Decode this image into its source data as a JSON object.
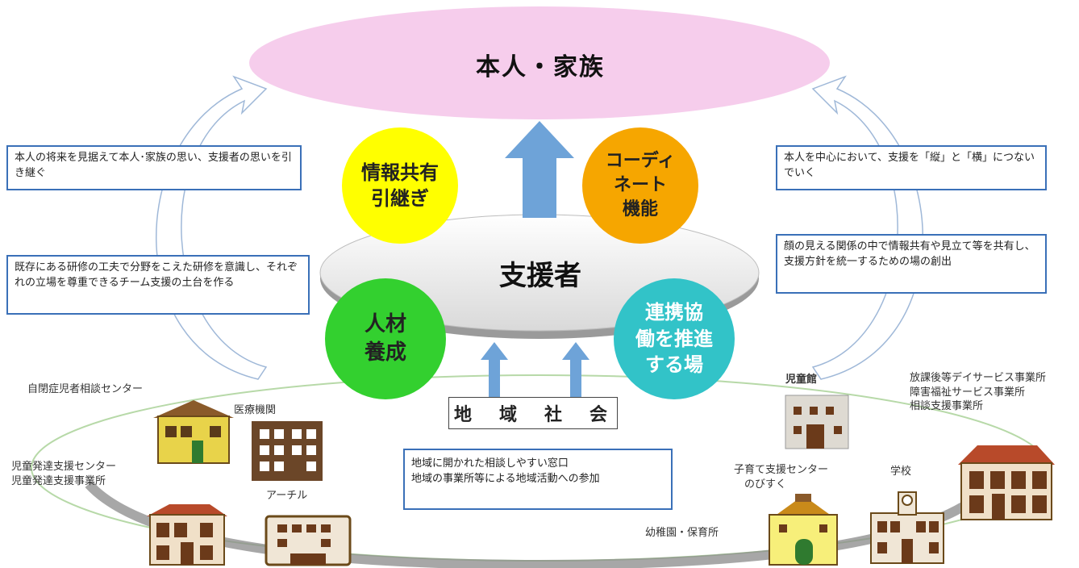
{
  "top": {
    "title": "本人・家族"
  },
  "center": {
    "label": "支援者"
  },
  "circles": [
    {
      "lines": [
        "情報共有",
        "引継ぎ"
      ],
      "color": "#ffff00"
    },
    {
      "lines": [
        "コーディ",
        "ネート",
        "機能"
      ],
      "color": "#f6a600"
    },
    {
      "lines": [
        "人材",
        "養成"
      ],
      "color": "#33d02f"
    },
    {
      "lines": [
        "連携協",
        "働を推進",
        "する場"
      ],
      "color": "#32c3c8"
    }
  ],
  "boxes": [
    {
      "text": "本人の将来を見据えて本人･家族の思い、支援者の思いを引き継ぐ"
    },
    {
      "text": "既存にある研修の工夫で分野をこえた研修を意識し、それぞれの立場を尊重できるチーム支援の土台を作る"
    },
    {
      "text": "本人を中心において、支援を「縦」と「横」につないでいく"
    },
    {
      "text": "顔の見える関係の中で情報共有や見立て等を共有し、支援方針を統一するための場の創出"
    },
    {
      "text": "地域に開かれた相談しやすい窓口\n地域の事業所等による地域活動への参加"
    }
  ],
  "community": {
    "label": "地　域　社　会"
  },
  "facilities": {
    "jiheisho": "自閉症児者相談センター",
    "iryo": "医療機関",
    "jidohattatsu": "児童発達支援センター\n児童発達支援事業所",
    "achiru": "アーチル",
    "jidokan": "児童館",
    "houkago": "放課後等デイサービス事業所\n障害福祉サービス事業所\n相談支援事業所",
    "kosodate": "子育て支援センター\n　のびすく",
    "gakko": "学校",
    "yochien": "幼稚園・保育所"
  },
  "colors": {
    "family_ellipse": "#f6cdec",
    "arrow_blue": "#6ea3d8",
    "box_border": "#3a70b8"
  }
}
